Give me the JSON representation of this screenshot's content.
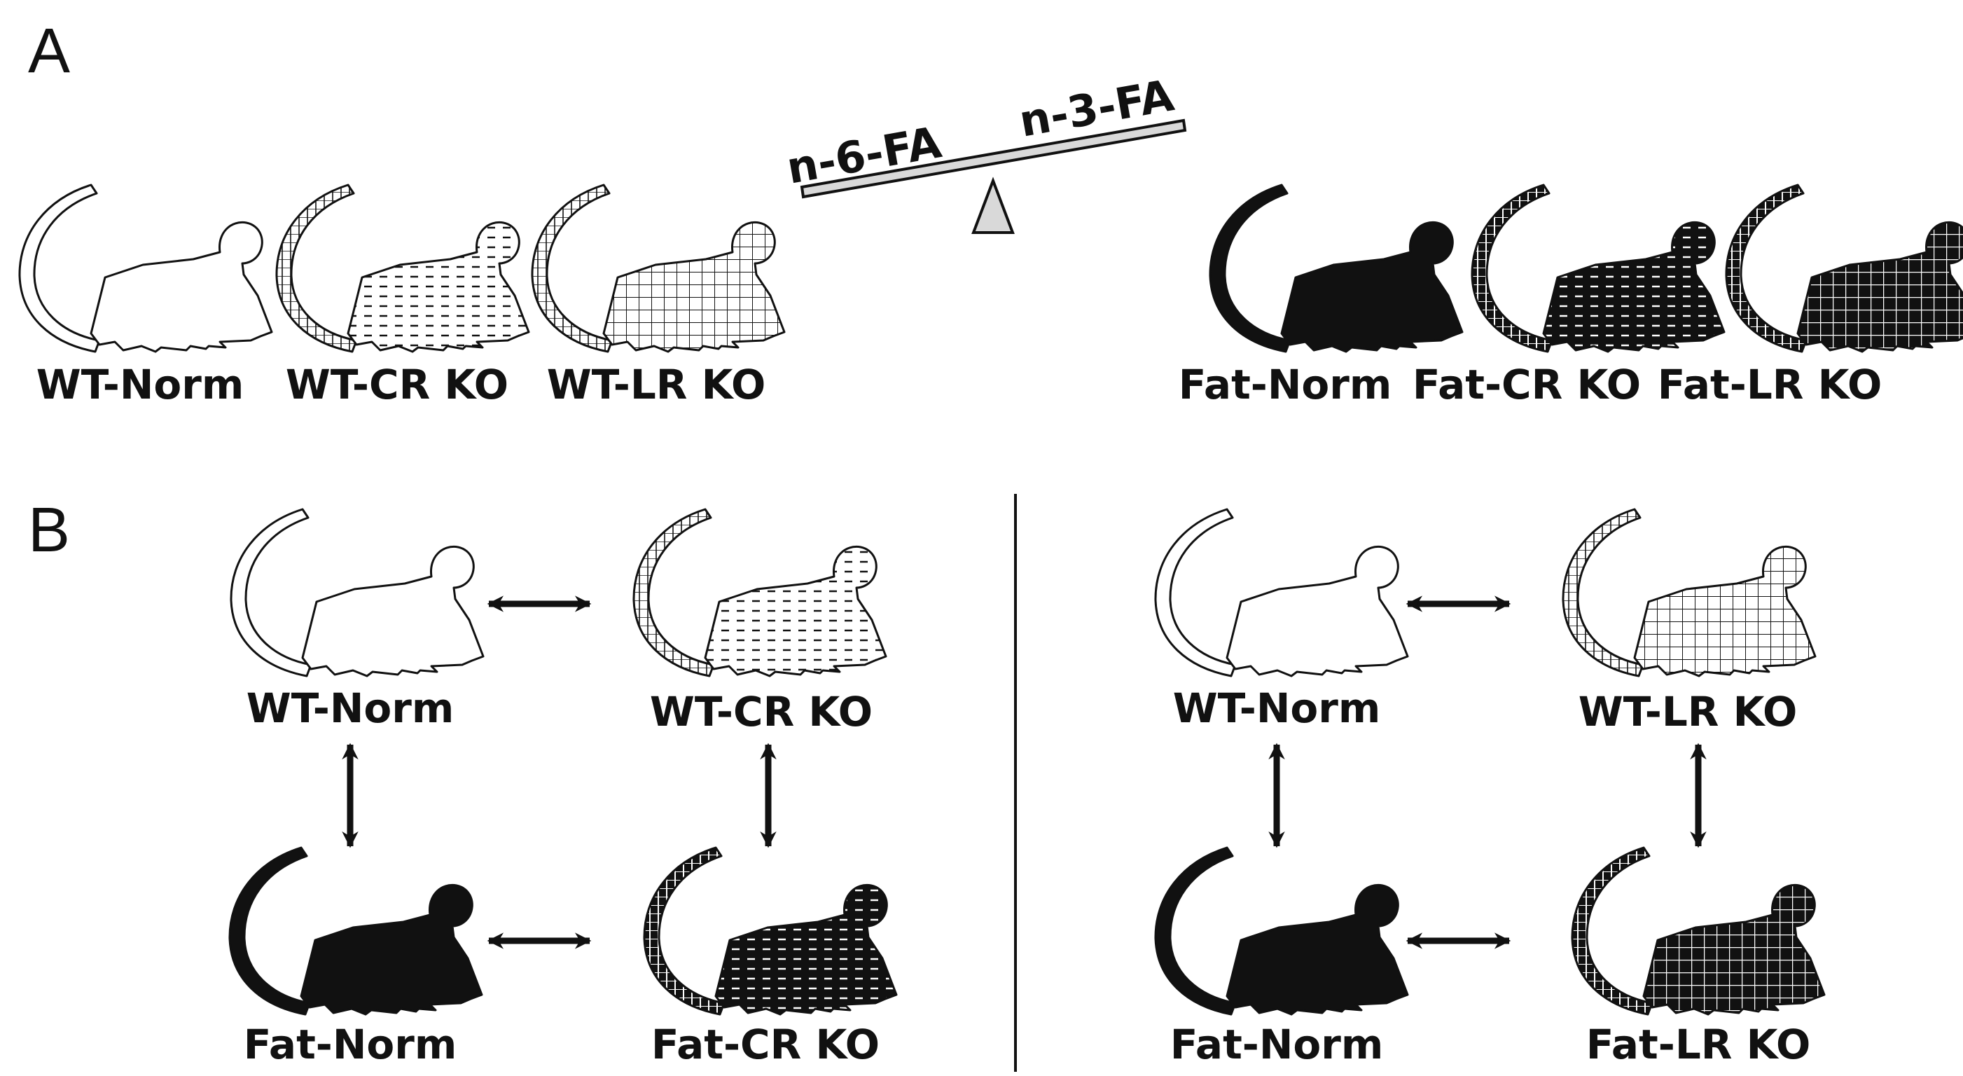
{
  "panels": {
    "a": {
      "letter": "A"
    },
    "b": {
      "letter": "B"
    }
  },
  "seesaw": {
    "left_label": "n-6-FA",
    "right_label": "n-3-FA"
  },
  "panel_a_mice": [
    {
      "label": "WT-Norm",
      "body_fill": "white",
      "tail_fill": "white"
    },
    {
      "label": "WT-CR KO",
      "body_fill": "white-dashes",
      "tail_fill": "white-bricks"
    },
    {
      "label": "WT-LR KO",
      "body_fill": "white-grid",
      "tail_fill": "white-bricks"
    },
    {
      "label": "Fat-Norm",
      "body_fill": "black",
      "tail_fill": "black"
    },
    {
      "label": "Fat-CR KO",
      "body_fill": "black-dashes",
      "tail_fill": "black-bricks"
    },
    {
      "label": "Fat-LR KO",
      "body_fill": "black-grid",
      "tail_fill": "black-bricks"
    }
  ],
  "panel_b_left": [
    {
      "label": "WT-Norm",
      "body_fill": "white",
      "tail_fill": "white"
    },
    {
      "label": "WT-CR KO",
      "body_fill": "white-dashes",
      "tail_fill": "white-bricks"
    },
    {
      "label": "Fat-Norm",
      "body_fill": "black",
      "tail_fill": "black"
    },
    {
      "label": "Fat-CR KO",
      "body_fill": "black-dashes",
      "tail_fill": "black-bricks"
    }
  ],
  "panel_b_right": [
    {
      "label": "WT-Norm",
      "body_fill": "white",
      "tail_fill": "white"
    },
    {
      "label": "WT-LR KO",
      "body_fill": "white-grid",
      "tail_fill": "white-bricks"
    },
    {
      "label": "Fat-Norm",
      "body_fill": "black",
      "tail_fill": "black"
    },
    {
      "label": "Fat-LR KO",
      "body_fill": "black-grid",
      "tail_fill": "black-bricks"
    }
  ],
  "colors": {
    "ink": "#111111",
    "seesaw_fill": "#d9d9d9"
  }
}
